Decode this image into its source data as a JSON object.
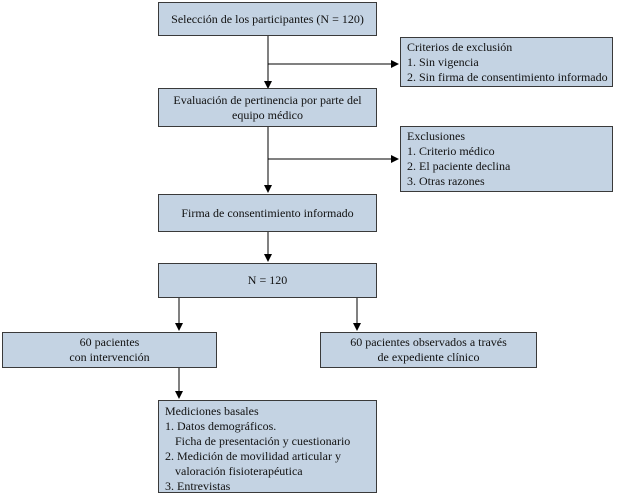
{
  "boxes": {
    "seleccion": "Selección de los participantes (N = 120)",
    "evaluacion_1": "Evaluación de pertinencia por parte del",
    "evaluacion_2": "equipo médico",
    "firma": "Firma de consentimiento informado",
    "n": "N = 120",
    "intervencion_1": "60 pacientes",
    "intervencion_2": "con intervención",
    "observados_1": "60 pacientes observados a través",
    "observados_2": "de expediente clínico"
  },
  "criterios": {
    "title": "Criterios de exclusión",
    "items": [
      "1. Sin vigencia",
      "2. Sin firma de consentimiento informado"
    ]
  },
  "exclusiones": {
    "title": "Exclusiones",
    "items": [
      "1. Criterio médico",
      "2. El paciente declina",
      "3. Otras razones"
    ]
  },
  "mediciones": {
    "title": "Mediciones basales",
    "lines": [
      "1. Datos demográficos.",
      "Ficha de presentación y cuestionario",
      "2. Medición de movilidad articular y",
      "valoración fisioterapéutica",
      "3. Entrevistas"
    ]
  },
  "colors": {
    "box_fill": "#c4d3e3",
    "border": "#3a3a3a"
  }
}
